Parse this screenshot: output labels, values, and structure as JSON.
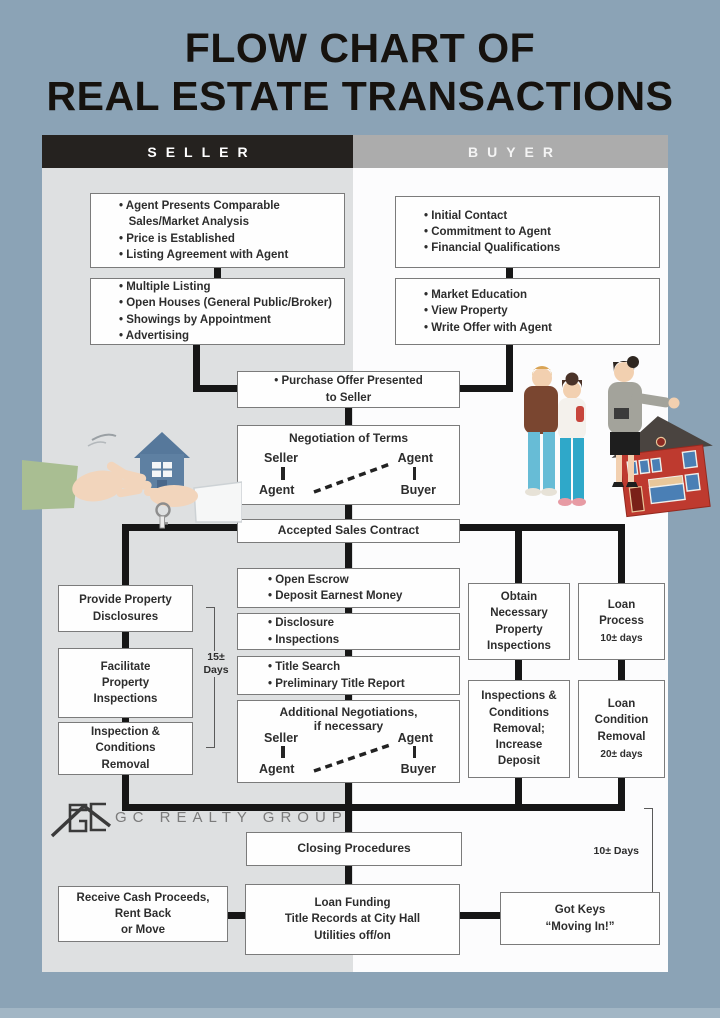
{
  "title": {
    "line1": "FLOW CHART OF",
    "line2": "REAL ESTATE TRANSACTIONS"
  },
  "headers": {
    "seller": "SELLER",
    "buyer": "BUYER"
  },
  "seller": {
    "prep": [
      "• Agent Presents Comparable",
      "   Sales/Market Analysis",
      "• Price is Established",
      "• Listing Agreement with Agent"
    ],
    "marketing": [
      "• Multiple Listing",
      "• Open Houses (General Public/Broker)",
      "• Showings by Appointment",
      "• Advertising"
    ],
    "disclosures": [
      "Provide Property",
      "Disclosures"
    ],
    "facilitate": [
      "Facilitate",
      "Property",
      "Inspections"
    ],
    "inspection_removal": [
      "Inspection &",
      "Conditions",
      "Removal"
    ],
    "days_bracket": [
      "15±",
      "Days"
    ],
    "receive": [
      "Receive Cash Proceeds,",
      "Rent Back",
      "or Move"
    ]
  },
  "buyer": {
    "initial": [
      "• Initial Contact",
      "• Commitment to Agent",
      "• Financial Qualifications"
    ],
    "education": [
      "• Market Education",
      "• View Property",
      "• Write Offer with Agent"
    ],
    "obtain": [
      "Obtain",
      "Necessary",
      "Property",
      "Inspections"
    ],
    "loan_process": {
      "label": [
        "Loan",
        "Process"
      ],
      "days": "10± days"
    },
    "insp_cond": [
      "Inspections &",
      "Conditions",
      "Removal;",
      "Increase",
      "Deposit"
    ],
    "loan_cond": {
      "label": [
        "Loan",
        "Condition",
        "Removal"
      ],
      "days": "20± days"
    },
    "days_bracket": "10± Days",
    "got_keys": [
      "Got Keys",
      "“Moving In!”"
    ]
  },
  "shared": {
    "purchase_offer": [
      "• Purchase Offer Presented",
      "to Seller"
    ],
    "negotiation": {
      "title": "Negotiation of Terms",
      "seller_top": "Seller",
      "seller_bottom": "Agent",
      "buyer_top": "Agent",
      "buyer_bottom": "Buyer"
    },
    "accepted": "Accepted Sales Contract",
    "open_escrow": [
      "• Open Escrow",
      "• Deposit Earnest Money"
    ],
    "disclosure_inspections": [
      "• Disclosure",
      "• Inspections"
    ],
    "title_search": [
      "• Title Search",
      "• Preliminary Title Report"
    ],
    "additional_negotiation": {
      "title": [
        "Additional Negotiations,",
        "if necessary"
      ],
      "seller_top": "Seller",
      "seller_bottom": "Agent",
      "buyer_top": "Agent",
      "buyer_bottom": "Buyer"
    },
    "closing": "Closing Procedures",
    "loan_funding": [
      "Loan Funding",
      "Title Records at City Hall",
      "Utilities off/on"
    ]
  },
  "branding": {
    "logo_text": "GC REALTY GROUP",
    "logo_icon": "house-gc-monogram"
  },
  "illustrations": {
    "left": "hands-exchanging-house-and-keys",
    "right": "agent-showing-red-house-to-couple"
  },
  "colors": {
    "background": "#8BA3B6",
    "seller_bar": "#25221F",
    "buyer_bar": "#ACACAC",
    "panel_gray": "#DEE0E1",
    "panel_white": "#FCFCFD",
    "connector": "#161616",
    "house_blue": "#5E80A2",
    "house_red": "#BE3A2F"
  }
}
